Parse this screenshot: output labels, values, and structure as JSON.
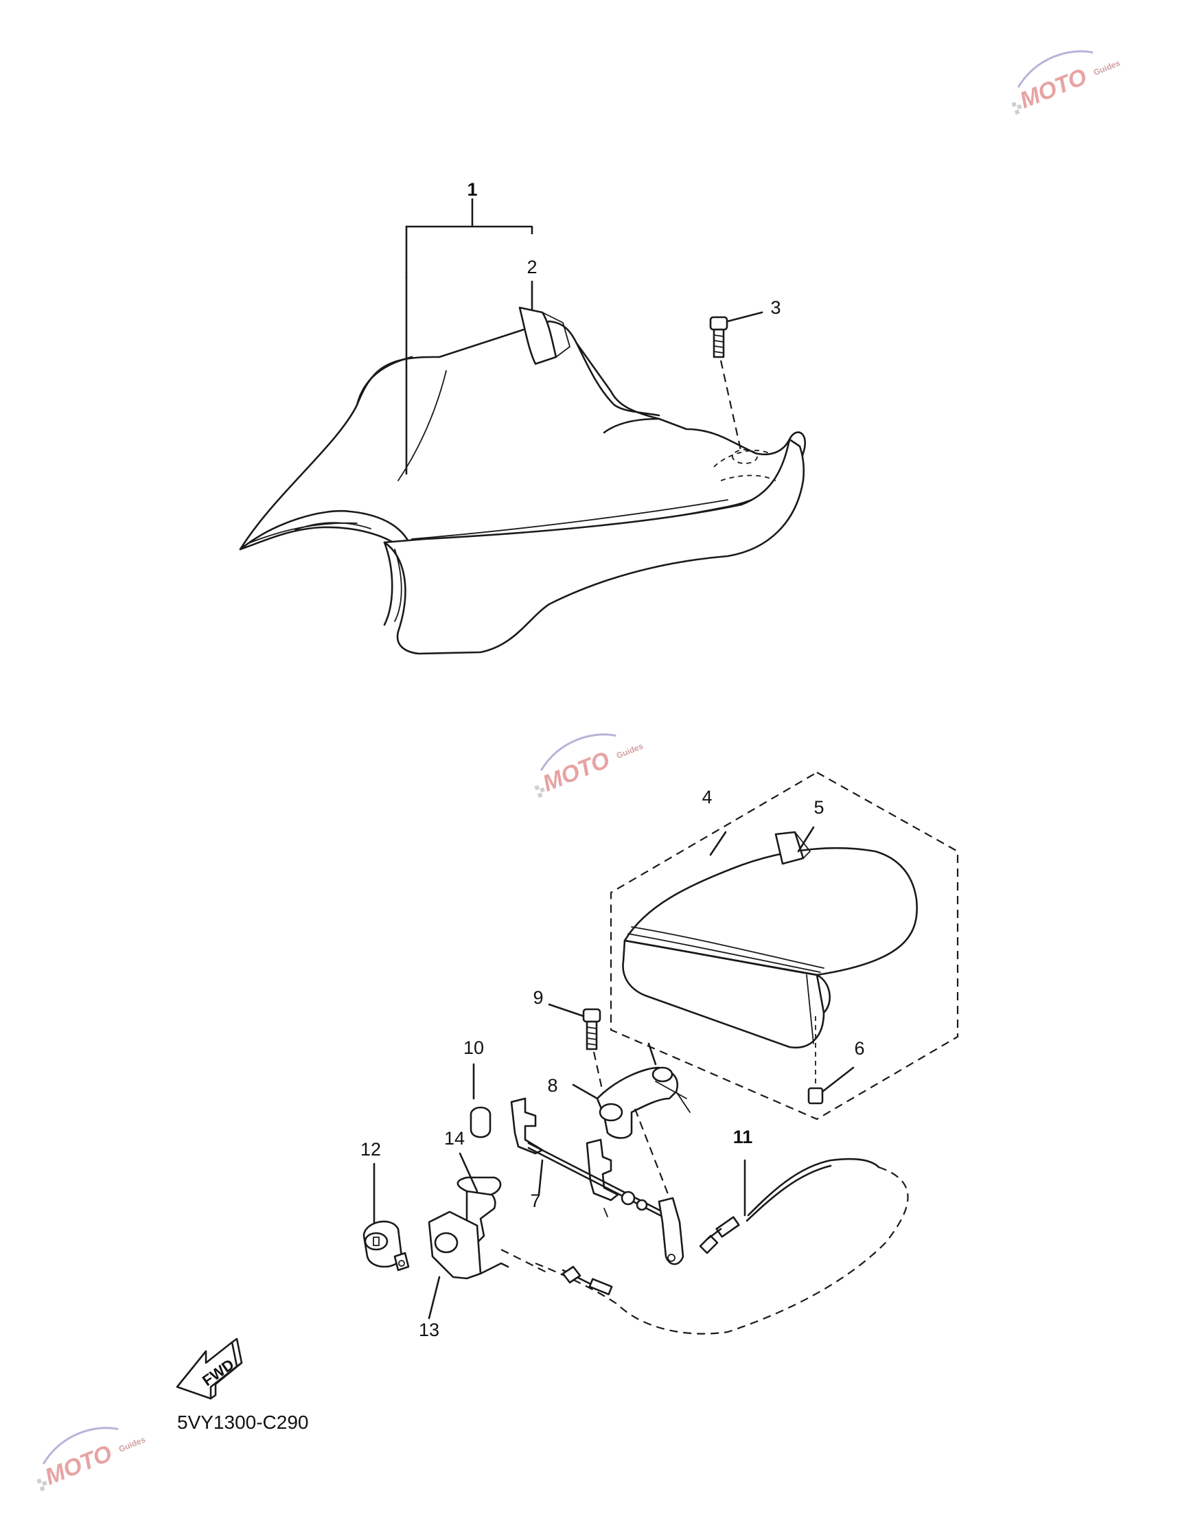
{
  "callouts": [
    {
      "id": "1",
      "text": "1"
    },
    {
      "id": "2",
      "text": "2"
    },
    {
      "id": "3",
      "text": "3"
    },
    {
      "id": "4",
      "text": "4"
    },
    {
      "id": "5",
      "text": "5"
    },
    {
      "id": "6",
      "text": "6"
    },
    {
      "id": "7",
      "text": "7"
    },
    {
      "id": "8",
      "text": "8"
    },
    {
      "id": "9",
      "text": "9"
    },
    {
      "id": "10",
      "text": "10"
    },
    {
      "id": "11",
      "text": "11"
    },
    {
      "id": "12",
      "text": "12"
    },
    {
      "id": "13",
      "text": "13"
    },
    {
      "id": "14",
      "text": "14"
    }
  ],
  "fwd_label": "FWD",
  "diagram_code": "5VY1300-C290",
  "watermark": {
    "brand": "MOTO",
    "sub": "Guides",
    "color": "#e7a3a3"
  }
}
